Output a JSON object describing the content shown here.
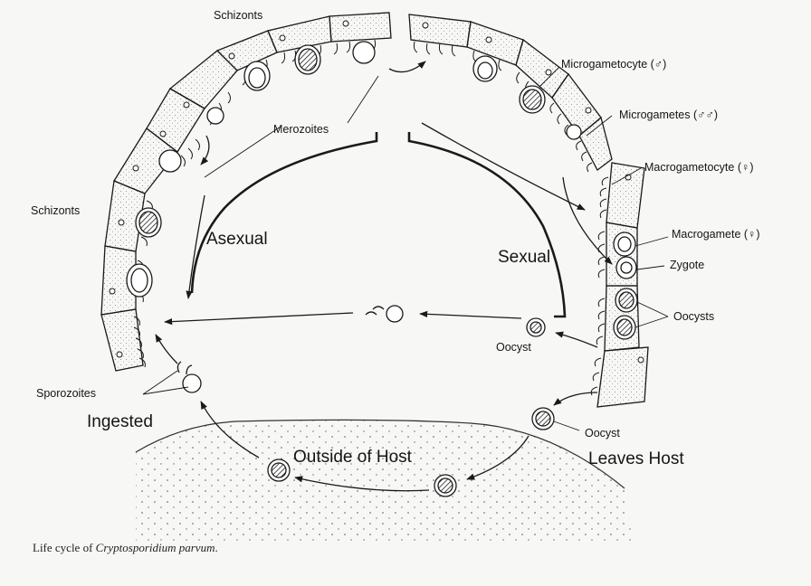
{
  "labels": {
    "schizonts_top": "Schizonts",
    "schizonts_left": "Schizonts",
    "merozoites": "Merozoites",
    "microgametocyte": "Microgametocyte (♂)",
    "microgametes": "Microgametes (♂♂)",
    "macrogametocyte": "Macrogametocyte (♀)",
    "macrogamete": "Macrogamete (♀)",
    "zygote": "Zygote",
    "oocysts": "Oocysts",
    "oocyst_center": "Oocyst",
    "oocyst_right": "Oocyst",
    "sporozoites": "Sporozoites",
    "asexual": "Asexual",
    "sexual": "Sexual",
    "ingested": "Ingested",
    "outside_of_host": "Outside of Host",
    "leaves_host": "Leaves Host"
  },
  "caption": {
    "prefix": "Life cycle of ",
    "species": "Cryptosporidium parvum",
    "suffix": "."
  },
  "colors": {
    "ink": "#1a1a1a",
    "paper": "#f7f7f5",
    "cell_fill": "#fbfbf9"
  }
}
